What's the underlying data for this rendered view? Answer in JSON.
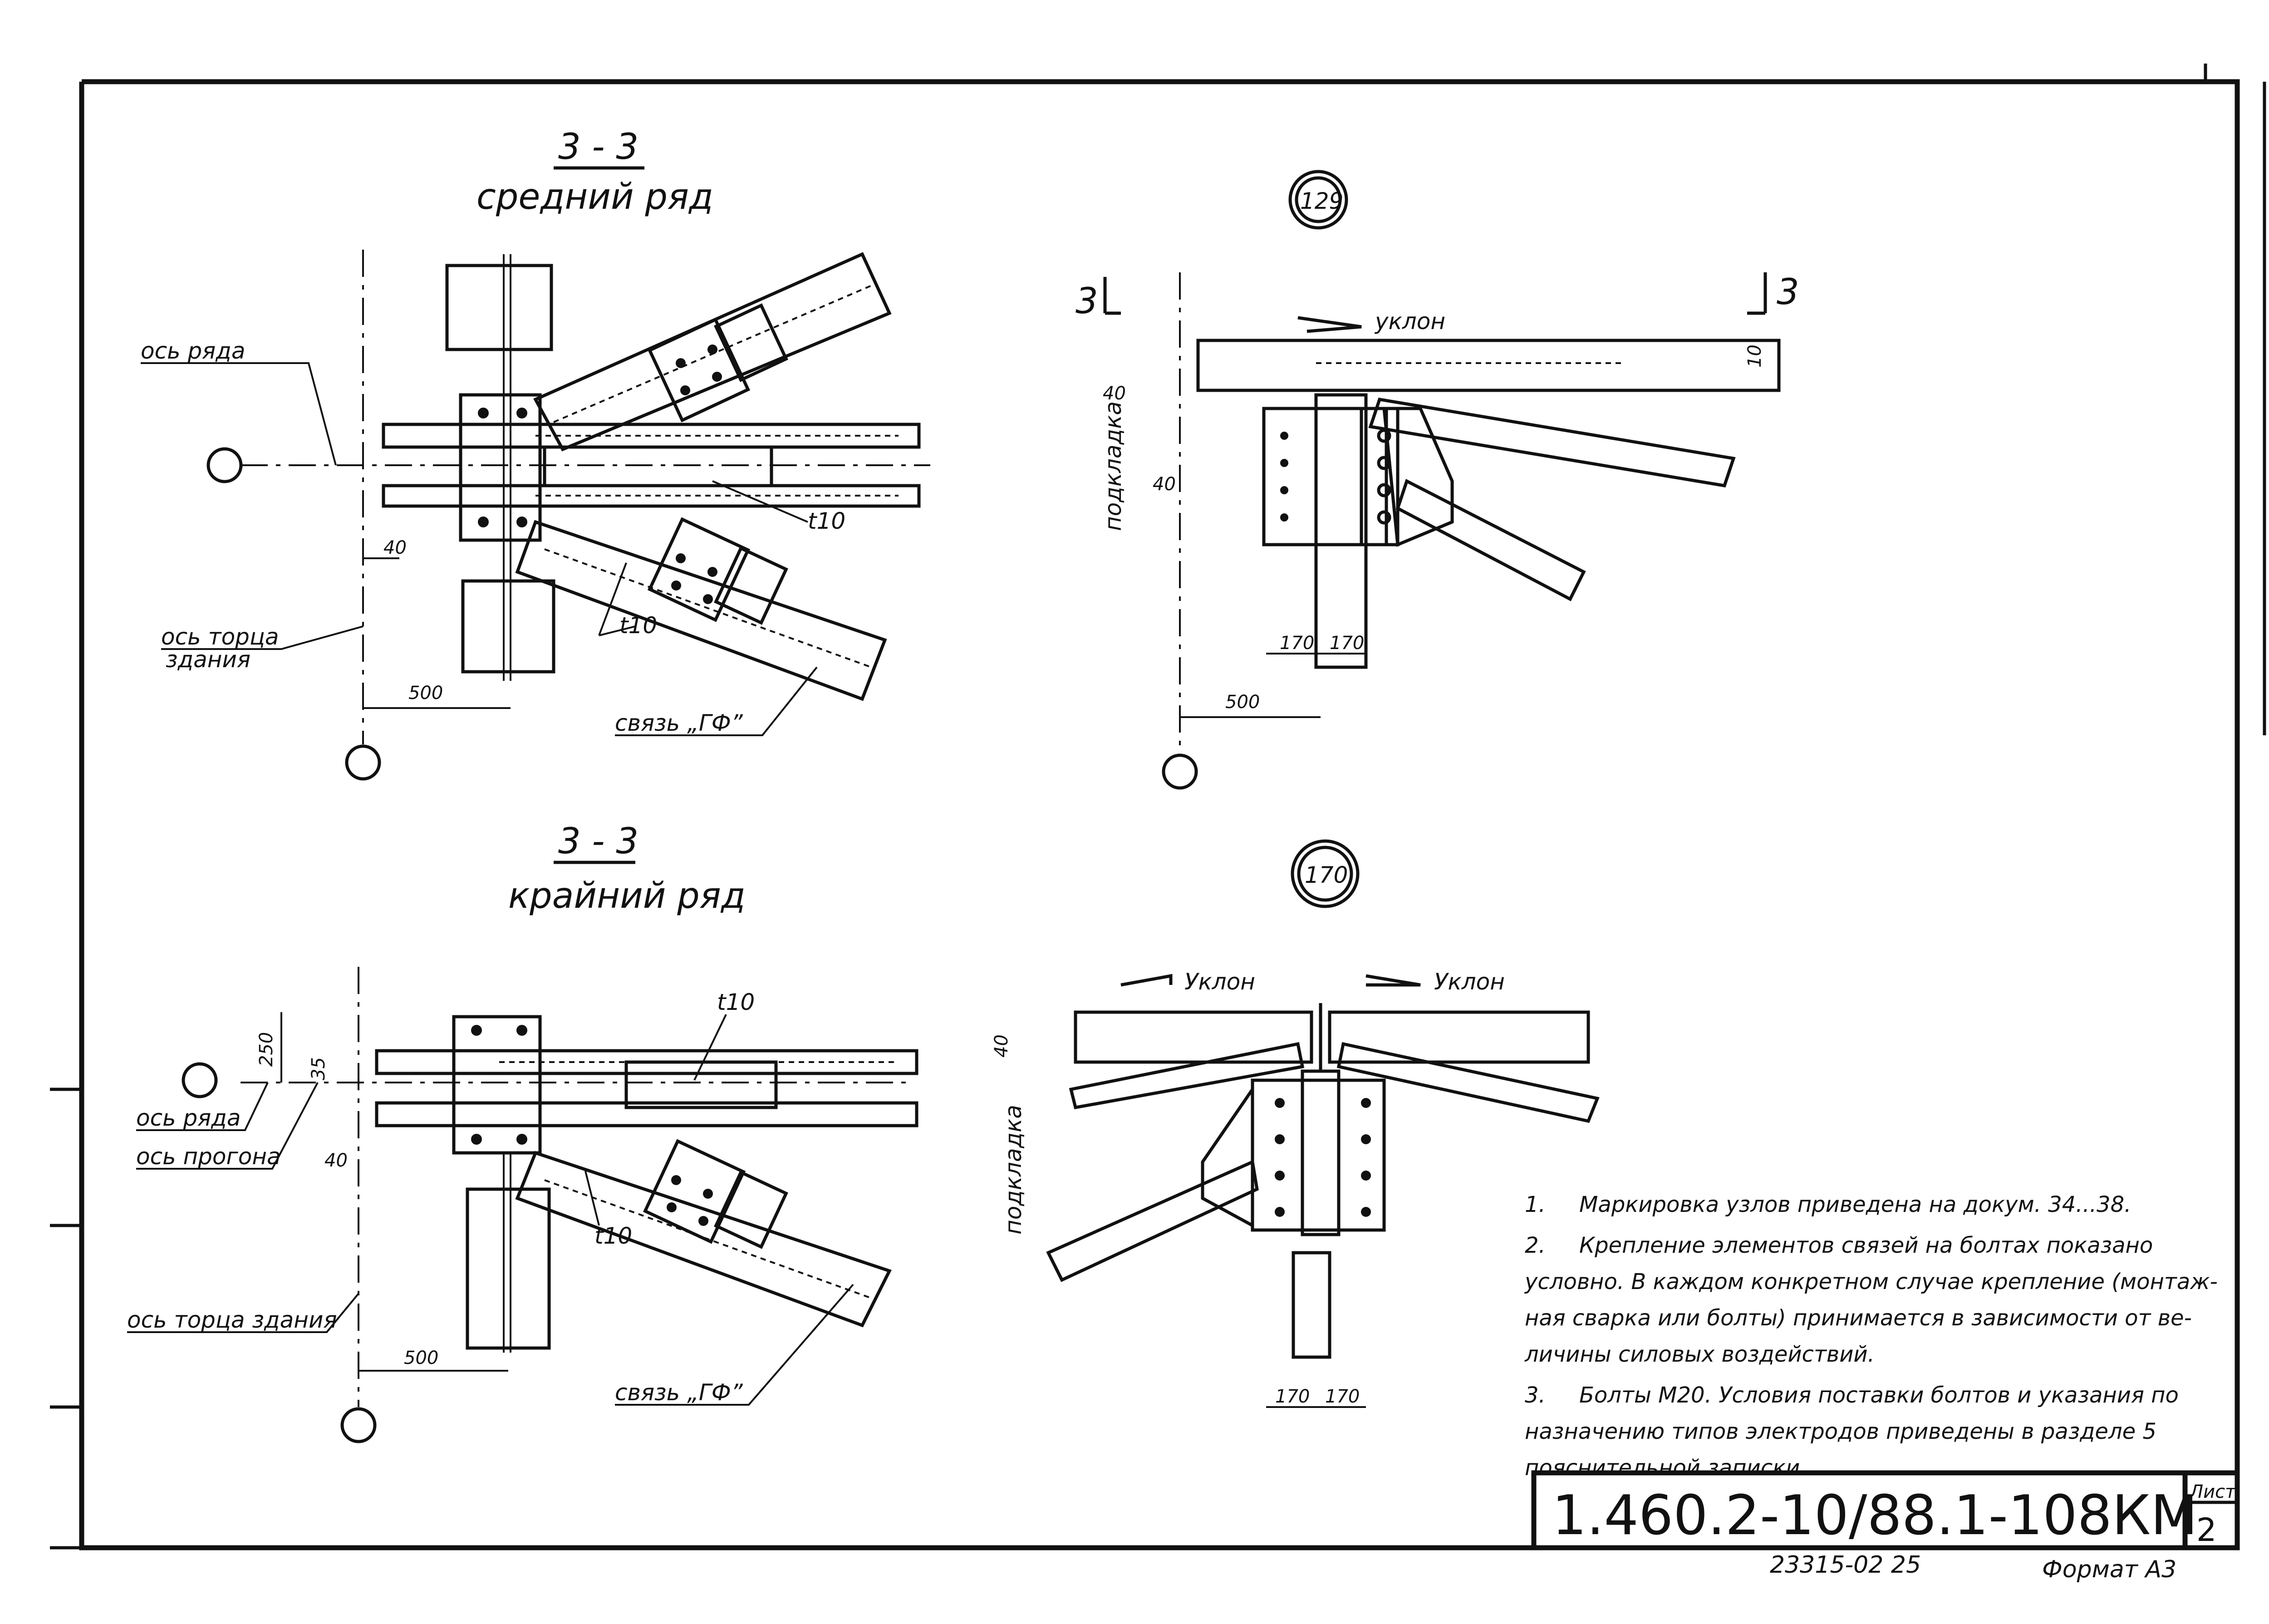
{
  "sections": {
    "top_left": {
      "section": "3 - 3",
      "subtitle": "средний ряд"
    },
    "bottom_left": {
      "section": "3 - 3",
      "subtitle": "крайний ряд"
    }
  },
  "nodes": {
    "top": "129",
    "bottom": "170"
  },
  "labels": {
    "row_axis": "ось ряда",
    "end_axis_top_1": "ось торца",
    "end_axis_top_2": "здания",
    "end_axis_bottom": "ось торца здания",
    "purlin_axis": "ось прогона",
    "brace_top": "связь „ГФ”",
    "brace_bottom": "связь „ГФ”",
    "plate": "t10",
    "slope_lower": "уклон",
    "slope_cap": "Уклон",
    "pad": "подкладка",
    "cut_mark": "3"
  },
  "dimensions": {
    "d40": "40",
    "d500": "500",
    "d170": "170",
    "d250": "250",
    "d35": "35",
    "d10": "10"
  },
  "notes": [
    {
      "num": "1.",
      "lines": [
        "Маркировка узлов приведена на докум. 34...38."
      ]
    },
    {
      "num": "2.",
      "lines": [
        "Крепление элементов связей на болтах показано",
        "условно. В каждом конкретном случае крепление (монтаж-",
        "ная  сварка  или болты) принимается в зависимости от ве-",
        "личины силовых воздействий."
      ]
    },
    {
      "num": "3.",
      "lines": [
        "Болты М20. Условия поставки болтов и указания  по",
        "назначению типов электродов приведены в разделе  5",
        "пояснительной записки."
      ]
    }
  ],
  "title_block": {
    "code": "1.460.2-10/88.1-108КМ",
    "sheet_label": "Лист",
    "sheet_number": "2",
    "archive_no": "23315-02   25",
    "format": "Формат А3"
  }
}
